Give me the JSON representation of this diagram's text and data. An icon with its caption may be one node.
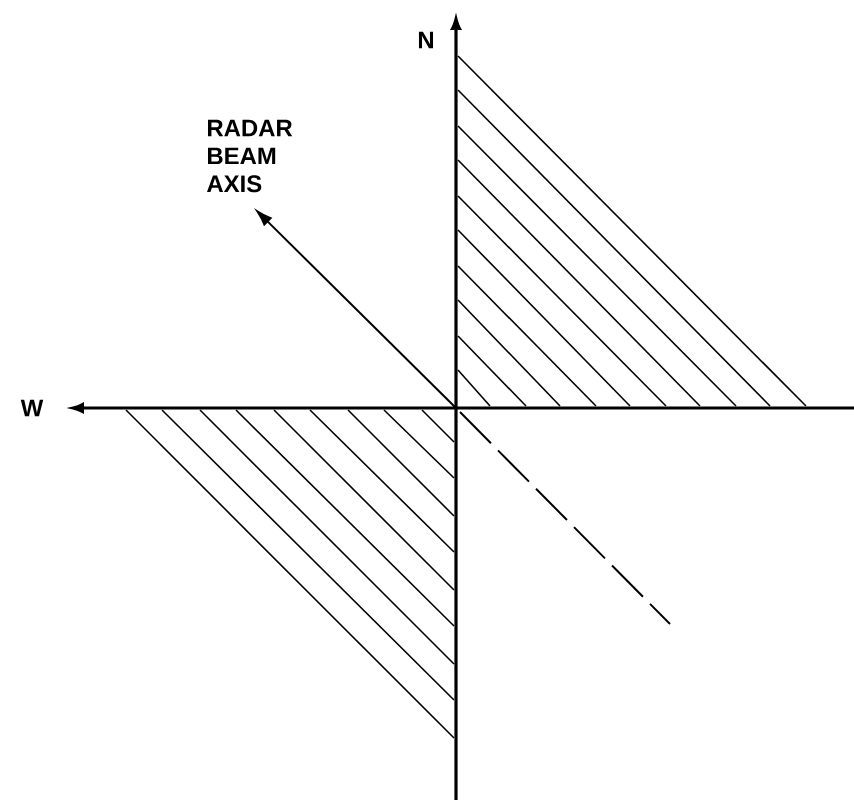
{
  "diagram": {
    "labels": [
      "N",
      "RADAR BEAM AXIS",
      "W"
    ]
  }
}
